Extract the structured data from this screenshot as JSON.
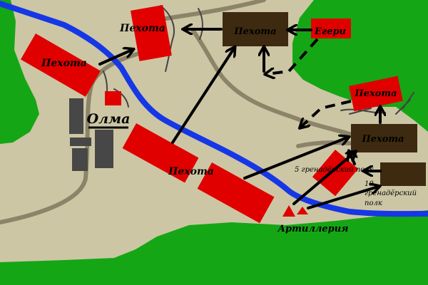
{
  "map": {
    "colors": {
      "ground": "#cdc6a5",
      "forest": "#15a615",
      "river": "#1537e6",
      "road": "#8c8468",
      "russian_units": "#e00000",
      "french_units": "#3d2a10",
      "village": "#474747",
      "arrows": "#000000"
    },
    "labels": {
      "village": "Олма",
      "infantry_top_center": "Пехота",
      "infantry_top_left": "Пехота",
      "infantry_left": "Пехота",
      "jaegers": "Егери",
      "infantry_right_red": "Пехота",
      "infantry_right_brown": "Пехота",
      "infantry_center": "Пехота",
      "grenadier_5": "5 гренадёрский полк",
      "grenadier_10_line1": "10",
      "grenadier_10_line2": "гренадёрский",
      "grenadier_10_line3": "полк",
      "artillery": "Артиллерия"
    }
  }
}
